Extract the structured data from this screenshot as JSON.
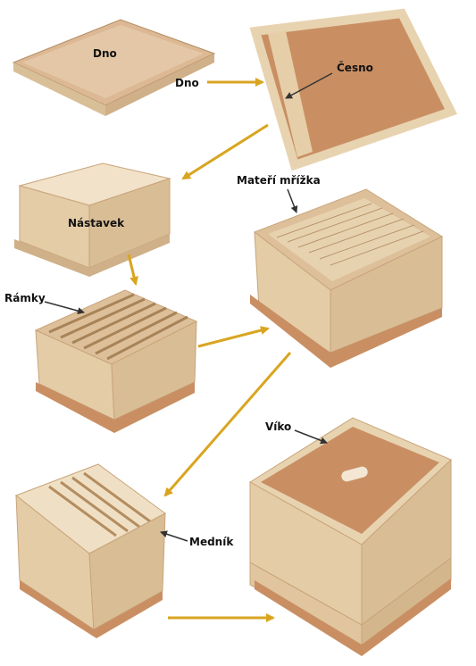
{
  "labels": {
    "dno_panel": "Dno",
    "dno_arrow": "Dno",
    "cesno": "Česno",
    "nastavek": "Nástavek",
    "materi_mrizka": "Mateří mřížka",
    "ramky": "Rámky",
    "vikо": "Víko",
    "mednik": "Medník"
  },
  "colors": {
    "wood_light": "#e9d2b0",
    "wood_mid": "#ddc09a",
    "wood_dark": "#c9a47a",
    "plywood": "#c98f63",
    "arrow": "#d9a520"
  }
}
